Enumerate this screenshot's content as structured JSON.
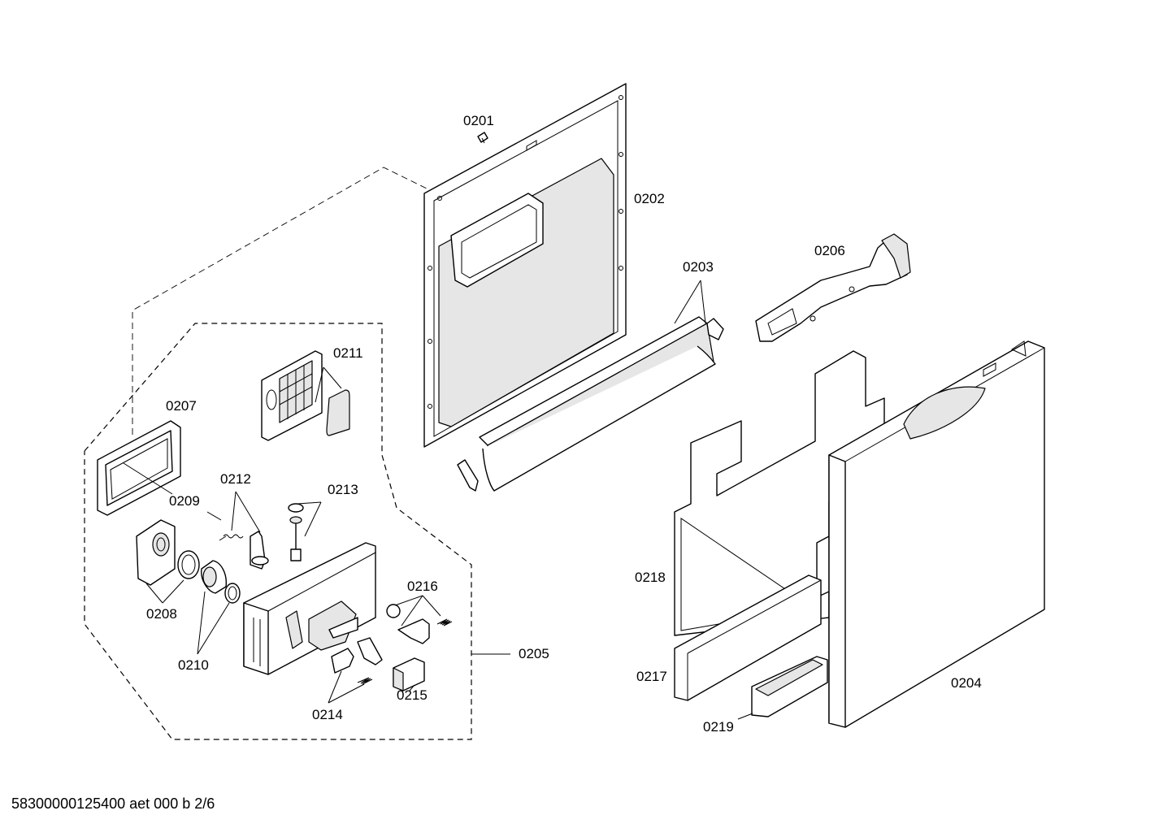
{
  "labels": {
    "p0201": "0201",
    "p0202": "0202",
    "p0203": "0203",
    "p0204": "0204",
    "p0205": "0205",
    "p0206": "0206",
    "p0207": "0207",
    "p0208": "0208",
    "p0209": "0209",
    "p0210": "0210",
    "p0211": "0211",
    "p0212": "0212",
    "p0213": "0213",
    "p0214": "0214",
    "p0215": "0215",
    "p0216": "0216",
    "p0217": "0217",
    "p0218": "0218",
    "p0219": "0219"
  },
  "footer": {
    "code": "58300000125400 aet 000 b 2/6"
  }
}
